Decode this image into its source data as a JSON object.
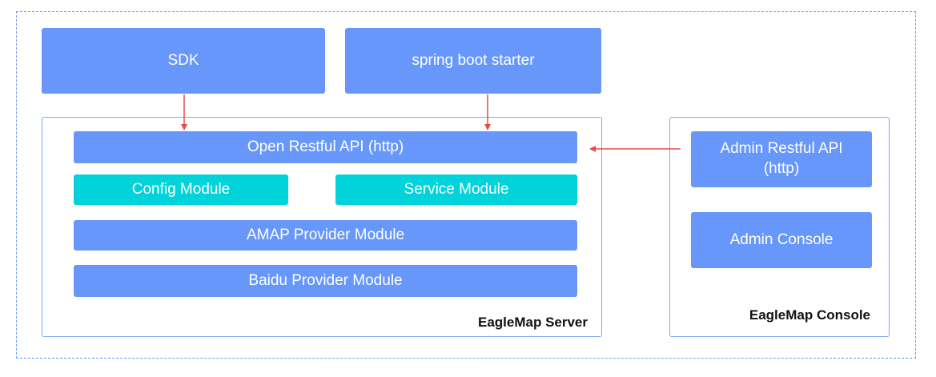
{
  "colors": {
    "box_blue": "#6797fb",
    "box_cyan": "#00d3d9",
    "frame_border": "#7ea6f2",
    "arrow": "#e84a4a"
  },
  "clients": {
    "sdk": "SDK",
    "spring_boot_starter": "spring boot starter"
  },
  "server": {
    "open_api": "Open Restful API (http)",
    "config_module": "Config Module",
    "service_module": "Service Module",
    "amap_provider": "AMAP Provider Module",
    "baidu_provider": "Baidu Provider Module",
    "label": "EagleMap Server"
  },
  "console": {
    "admin_api_line1": "Admin Restful API",
    "admin_api_line2": "(http)",
    "admin_console": "Admin Console",
    "label": "EagleMap Console"
  }
}
